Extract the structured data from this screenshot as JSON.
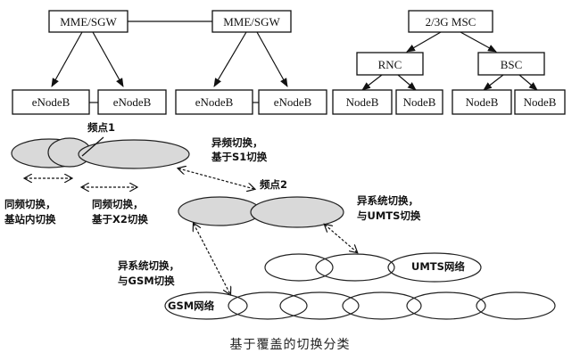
{
  "diagram": {
    "caption": "基于覆盖的切换分类",
    "lte": {
      "mme1": "MME/SGW",
      "mme2": "MME/SGW",
      "enb1": "eNodeB",
      "enb2": "eNodeB",
      "enb3": "eNodeB",
      "enb4": "eNodeB"
    },
    "legacy": {
      "msc": "2/3G MSC",
      "rnc": "RNC",
      "bsc": "BSC",
      "nodeb1": "NodeB",
      "nodeb2": "NodeB",
      "nodeb3": "NodeB",
      "nodeb4": "NodeB"
    },
    "labels": {
      "freq1": "频点1",
      "freq2": "频点2",
      "inter_freq_line1": "异频切换，",
      "inter_freq_line2": "基于S1切换",
      "intra_site_line1": "同频切换，",
      "intra_site_line2": "基站内切换",
      "intra_x2_line1": "同频切换，",
      "intra_x2_line2": "基于X2切换",
      "umts_ho_line1": "异系统切换，",
      "umts_ho_line2": "与UMTS切换",
      "gsm_ho_line1": "异系统切换，",
      "gsm_ho_line2": "与GSM切换",
      "umts_net": "UMTS网络",
      "gsm_net": "GSM网络"
    },
    "colors": {
      "cell_fill": "#d9d9d9",
      "line": "#111111"
    }
  }
}
